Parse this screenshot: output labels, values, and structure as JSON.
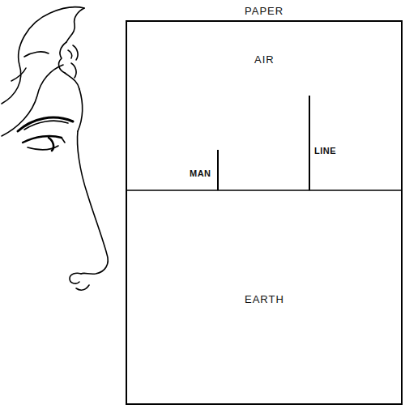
{
  "diagram": {
    "nodes": [
      {
        "text": [
          "PAPER"
        ]
      },
      {
        "text": [
          "AIR"
        ],
        "in": 0
      },
      {
        "text": [
          "EARTH"
        ],
        "in": 0
      }
    ],
    "labels": [
      "MAN",
      "LINE"
    ]
  }
}
